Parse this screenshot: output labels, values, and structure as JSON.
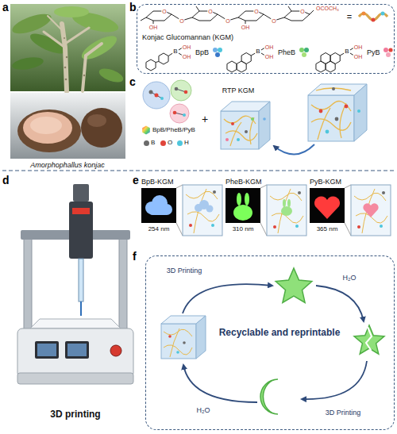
{
  "diagram": {
    "nodes": [
      {
        "text": [
          "Konjac Glucomannan (KGM)"
        ]
      },
      {
        "text": [
          "Recyclable and reprintable"
        ]
      }
    ],
    "labels": [
      "a",
      "Amorphophallus konjac",
      "b",
      "O",
      "O",
      "O",
      "O",
      "O",
      "O",
      "O",
      "OH",
      "OH",
      "OCOCH₃",
      "=",
      "B",
      "OH",
      "OH",
      "BpB",
      "B",
      "OH",
      "OH",
      "PheB",
      "B",
      "OH",
      "OH",
      "PyB",
      "c",
      "+",
      "RTP KGM",
      "d",
      "3D printing",
      "e",
      "BpB-KGM",
      "254 nm",
      "PheB-KGM",
      "310 nm",
      "PyB-KGM",
      "365 nm",
      "f",
      "3D Printing",
      "H₂O",
      "3D Printing",
      "H₂O"
    ],
    "legend": [
      {
        "text": "BpB/PheB/PyB"
      },
      {
        "text": "B",
        "color": "#6b6b6b"
      },
      {
        "text": "O",
        "color": "#e0453a"
      },
      {
        "text": "H",
        "color": "#4fc6dc"
      }
    ]
  }
}
